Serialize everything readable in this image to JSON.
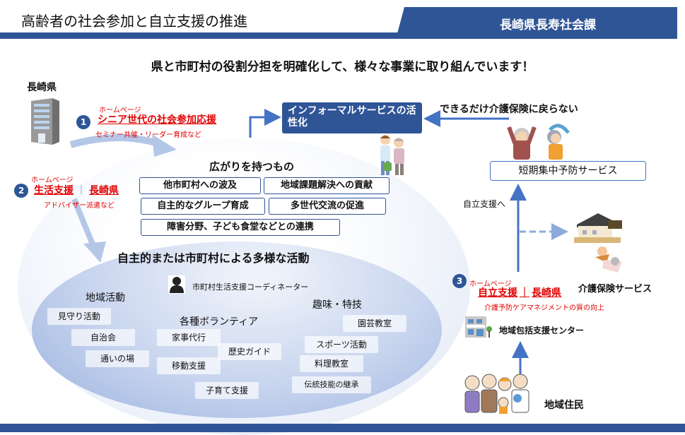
{
  "header": {
    "title": "高齢者の社会参加と自立支援の推進",
    "department": "長崎県長寿社会課"
  },
  "subtitle": "県と市町村の役割分担を明確化して、様々な事業に取り組んでいます！",
  "prefecture": {
    "label": "長崎県",
    "icon": "office-building-icon"
  },
  "initiatives": [
    {
      "number": "1",
      "homepage_label": "ホームページ",
      "link_text": "シニア世代の社会参加応援",
      "note": "セミナー共催・リーダー育成など"
    },
    {
      "number": "2",
      "homepage_label": "ホームページ",
      "link_parts": [
        "生活支援",
        "｜",
        "長崎県"
      ],
      "note": "アドバイザー派遣など"
    },
    {
      "number": "3",
      "homepage_label": "ホームページ",
      "link_parts": [
        "自立支援",
        "｜",
        "長崎県"
      ],
      "note": "介護予防ケアマネジメントの質の向上"
    }
  ],
  "informal_box": "インフォーマルサービスの活性化",
  "return_label": "できるだけ介護保険に戻らない",
  "short_term_service": "短期集中予防サービス",
  "independence_label": "自立支援へ",
  "care_insurance_label": "介護保険サービス",
  "community_center": "地域包括支援センター",
  "residents": "地域住民",
  "spread": {
    "heading": "広がりを持つもの",
    "items": [
      "他市町村への波及",
      "地域課題解決への貢献",
      "自主的なグループ育成",
      "多世代交流の促進",
      "障害分野、子ども食堂などとの連携"
    ]
  },
  "activities": {
    "heading": "自主的または市町村による多様な活動",
    "coordinator": "市町村生活支援コーディネーター",
    "groups": [
      {
        "label": "地域活動",
        "items": [
          "見守り活動",
          "自治会",
          "通いの場"
        ]
      },
      {
        "label": "各種ボランティア",
        "items": [
          "家事代行",
          "歴史ガイド",
          "移動支援",
          "子育て支援"
        ]
      },
      {
        "label": "趣味・特技",
        "items": [
          "園芸教室",
          "スポーツ活動",
          "料理教室",
          "伝統技能の継承"
        ]
      }
    ]
  },
  "colors": {
    "brand_blue": "#2f5597",
    "accent_blue": "#4472c4",
    "link_red": "#e00000"
  }
}
